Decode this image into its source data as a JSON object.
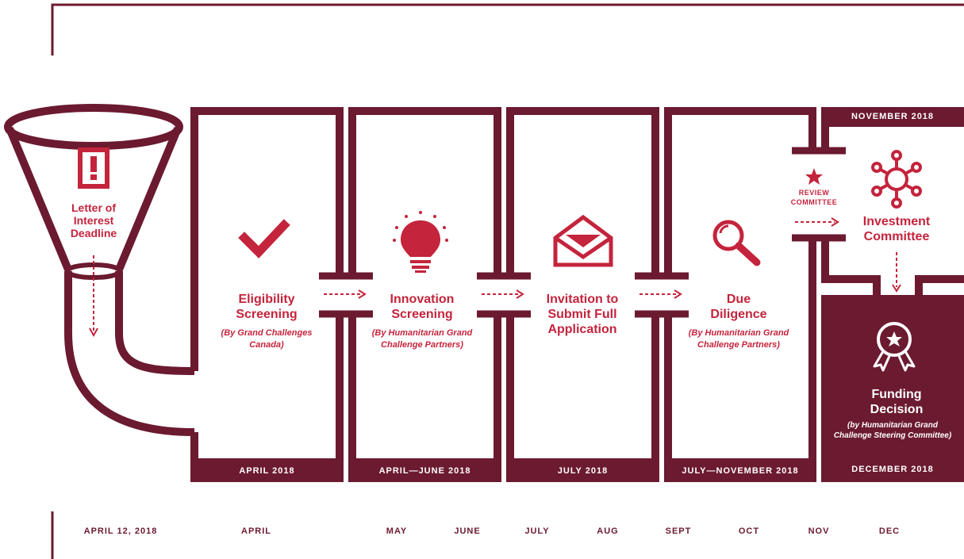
{
  "colors": {
    "maroon": "#6b1a30",
    "red": "#c4243c",
    "white": "#ffffff"
  },
  "funnel": {
    "label_line1": "Letter of",
    "label_line2": "Interest",
    "label_line3": "Deadline",
    "icon": "exclamation-icon"
  },
  "stages": [
    {
      "title_line1": "Eligibility",
      "title_line2": "Screening",
      "title_line3": "",
      "sub_line1": "(By Grand Challenges",
      "sub_line2": "Canada)",
      "icon": "checkmark-icon",
      "bar": "APRIL 2018"
    },
    {
      "title_line1": "Innovation",
      "title_line2": "Screening",
      "title_line3": "",
      "sub_line1": "(By Humanitarian Grand",
      "sub_line2": "Challenge Partners)",
      "icon": "lightbulb-icon",
      "bar": "APRIL—JUNE 2018"
    },
    {
      "title_line1": "Invitation to",
      "title_line2": "Submit Full",
      "title_line3": "Application",
      "sub_line1": "",
      "sub_line2": "",
      "icon": "envelope-icon",
      "bar": "JULY 2018"
    },
    {
      "title_line1": "Due",
      "title_line2": "Diligence",
      "title_line3": "",
      "sub_line1": "(By Humanitarian Grand",
      "sub_line2": "Challenge Partners)",
      "icon": "magnifier-icon",
      "bar": "JULY—NOVEMBER 2018"
    }
  ],
  "review": {
    "line1": "REVIEW",
    "line2": "COMMITTEE",
    "icon": "star-icon"
  },
  "investment": {
    "header": "NOVEMBER 2018",
    "line1": "Investment",
    "line2": "Committee",
    "icon": "network-icon"
  },
  "funding": {
    "line1": "Funding",
    "line2": "Decision",
    "sub_line1": "(by Humanitarian Grand",
    "sub_line2": "Challenge Steering Committee)",
    "bar": "DECEMBER 2018",
    "icon": "award-ribbon-icon"
  },
  "timeline": [
    "APRIL 12, 2018",
    "APRIL",
    "MAY",
    "JUNE",
    "JULY",
    "AUG",
    "SEPT",
    "OCT",
    "NOV",
    "DEC"
  ]
}
